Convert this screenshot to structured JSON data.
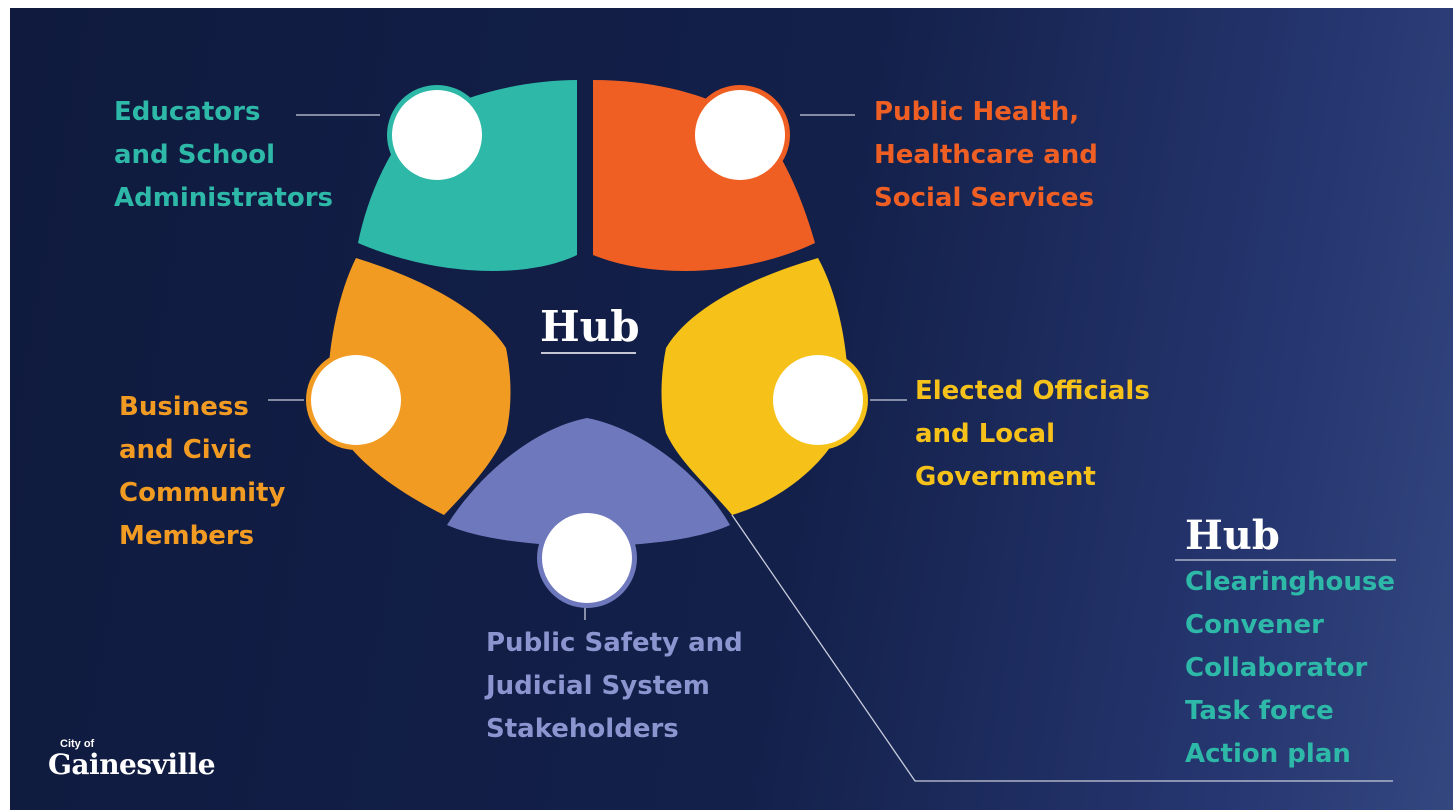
{
  "hub_center": {
    "title": "Hub"
  },
  "stakeholders": [
    {
      "lines": [
        "Educators",
        "and School",
        "Administrators"
      ],
      "color": "#2db8a8"
    },
    {
      "lines": [
        "Public Health,",
        "Healthcare and",
        "Social Services"
      ],
      "color": "#ef5f23"
    },
    {
      "lines": [
        "Elected Officials",
        "and Local",
        "Government"
      ],
      "color": "#f6c21a"
    },
    {
      "lines": [
        "Public Safety and",
        "Judicial System",
        "Stakeholders"
      ],
      "color": "#8c95cf"
    },
    {
      "lines": [
        "Business",
        "and Civic",
        "Community",
        "Members"
      ],
      "color": "#f29b23"
    }
  ],
  "hub_panel": {
    "title": "Hub",
    "roles": [
      "Clearinghouse",
      "Convener",
      "Collaborator",
      "Task force",
      "Action plan"
    ],
    "role_color": "#2db8a8"
  },
  "logo": {
    "small": "City of",
    "name": "Gainesville"
  },
  "colors": {
    "background": "#111c42",
    "teal": "#2db8a8",
    "orange_red": "#ef5f23",
    "yellow": "#f6c21a",
    "periwinkle": "#6e78bc",
    "orange": "#f29b23",
    "connector": "#c8ccdc"
  }
}
